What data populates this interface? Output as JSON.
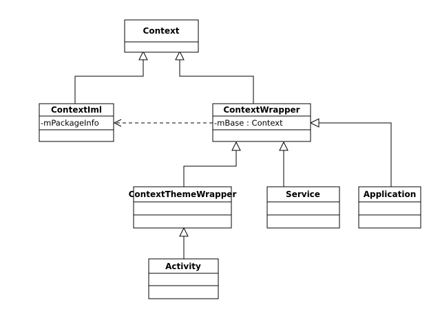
{
  "classes": {
    "context": {
      "name": "Context",
      "attributes": []
    },
    "context_iml": {
      "name": "ContextIml",
      "attributes": [
        "-mPackageInfo"
      ]
    },
    "context_wrapper": {
      "name": "ContextWrapper",
      "attributes": [
        "-mBase : Context"
      ]
    },
    "context_theme_wrapper": {
      "name": "ContextThemeWrapper",
      "attributes": []
    },
    "service": {
      "name": "Service",
      "attributes": []
    },
    "application": {
      "name": "Application",
      "attributes": []
    },
    "activity": {
      "name": "Activity",
      "attributes": []
    }
  },
  "relations": [
    {
      "type": "generalization",
      "from": "context_iml",
      "to": "context"
    },
    {
      "type": "generalization",
      "from": "context_wrapper",
      "to": "context"
    },
    {
      "type": "generalization",
      "from": "context_theme_wrapper",
      "to": "context_wrapper"
    },
    {
      "type": "generalization",
      "from": "service",
      "to": "context_wrapper"
    },
    {
      "type": "generalization",
      "from": "application",
      "to": "context_wrapper"
    },
    {
      "type": "generalization",
      "from": "activity",
      "to": "context_theme_wrapper"
    },
    {
      "type": "dependency",
      "from": "context_wrapper",
      "to": "context_iml"
    }
  ],
  "colors": {
    "line": "#000000",
    "fill": "#ffffff"
  }
}
